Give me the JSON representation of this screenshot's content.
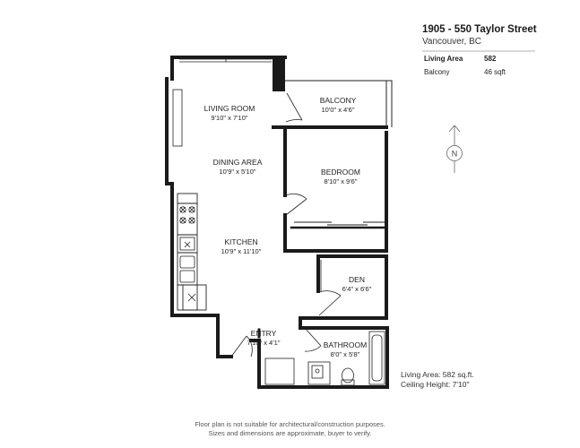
{
  "header": {
    "title": "1905 - 550 Taylor Street",
    "subtitle": "Vancouver, BC"
  },
  "areas": [
    {
      "label": "Living Area",
      "value": "582"
    },
    {
      "label": "Balcony",
      "value": "46 sqft"
    }
  ],
  "compass": {
    "label": "N"
  },
  "rooms": {
    "living_room": {
      "name": "LIVING ROOM",
      "dims": "9'10\" x 7'10\""
    },
    "dining_area": {
      "name": "DINING AREA",
      "dims": "10'9\" x 5'10\""
    },
    "kitchen": {
      "name": "KITCHEN",
      "dims": "10'9\" x 11'10\""
    },
    "balcony": {
      "name": "BALCONY",
      "dims": "10'0\" x 4'6\""
    },
    "bedroom": {
      "name": "BEDROOM",
      "dims": "8'10\" x 9'6\""
    },
    "den": {
      "name": "DEN",
      "dims": "6'4\" x 6'6\""
    },
    "entry": {
      "name": "ENTRY",
      "dims": "7'10\" x 4'1\""
    },
    "bathroom": {
      "name": "BATHROOM",
      "dims": "8'0\" x 5'8\""
    }
  },
  "summary": {
    "living_area": "Living Area: 582 sq.ft.",
    "ceiling_height": "Ceiling Height: 7'10\""
  },
  "disclaimer": {
    "line1": "Floor plan is not suitable for architectural/construction purposes.",
    "line2": "Sizes and dimensions are approximate, buyer to verify."
  },
  "colors": {
    "wall": "#1a1a1a",
    "line": "#222222"
  }
}
